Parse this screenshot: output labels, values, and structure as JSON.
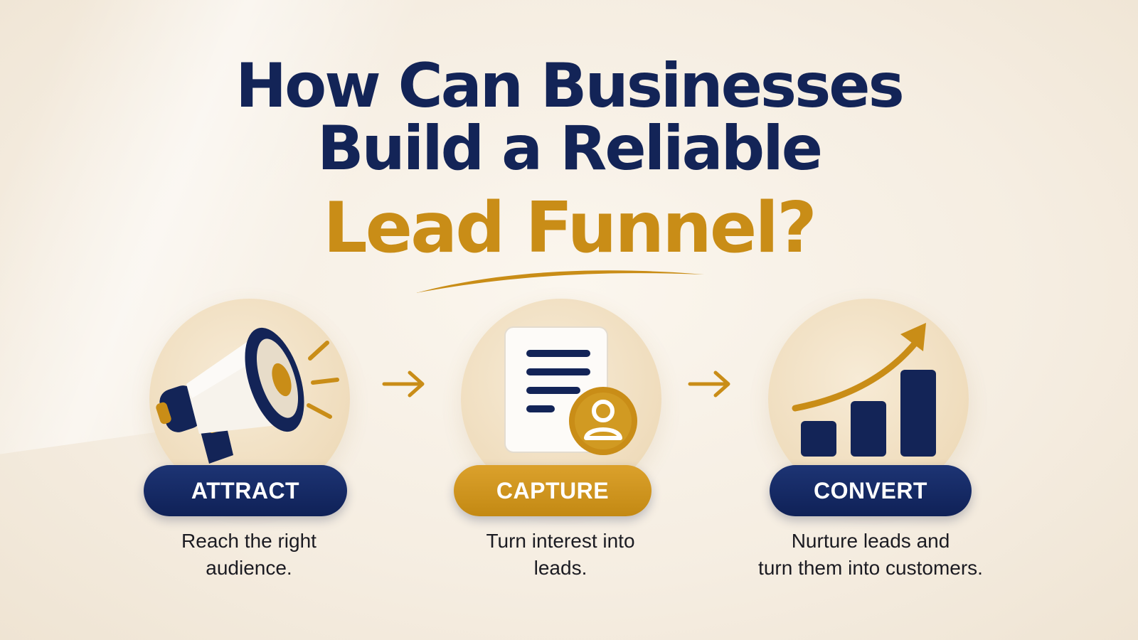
{
  "headline": {
    "line1": "How Can Businesses",
    "line2": "Build a Reliable",
    "line3": "Lead Funnel?"
  },
  "steps": [
    {
      "label": "ATTRACT",
      "description_line1": "Reach the right",
      "description_line2": "audience.",
      "icon": "megaphone-icon",
      "pill_color": "#132457"
    },
    {
      "label": "CAPTURE",
      "description_line1": "Turn interest into",
      "description_line2": "leads.",
      "icon": "lead-form-icon",
      "pill_color": "#c98d17"
    },
    {
      "label": "CONVERT",
      "description_line1": "Nurture leads and",
      "description_line2": "turn them into customers.",
      "icon": "growth-chart-icon",
      "pill_color": "#132457"
    }
  ],
  "colors": {
    "navy": "#132457",
    "gold": "#c98d17",
    "background": "#f8f1e6"
  }
}
